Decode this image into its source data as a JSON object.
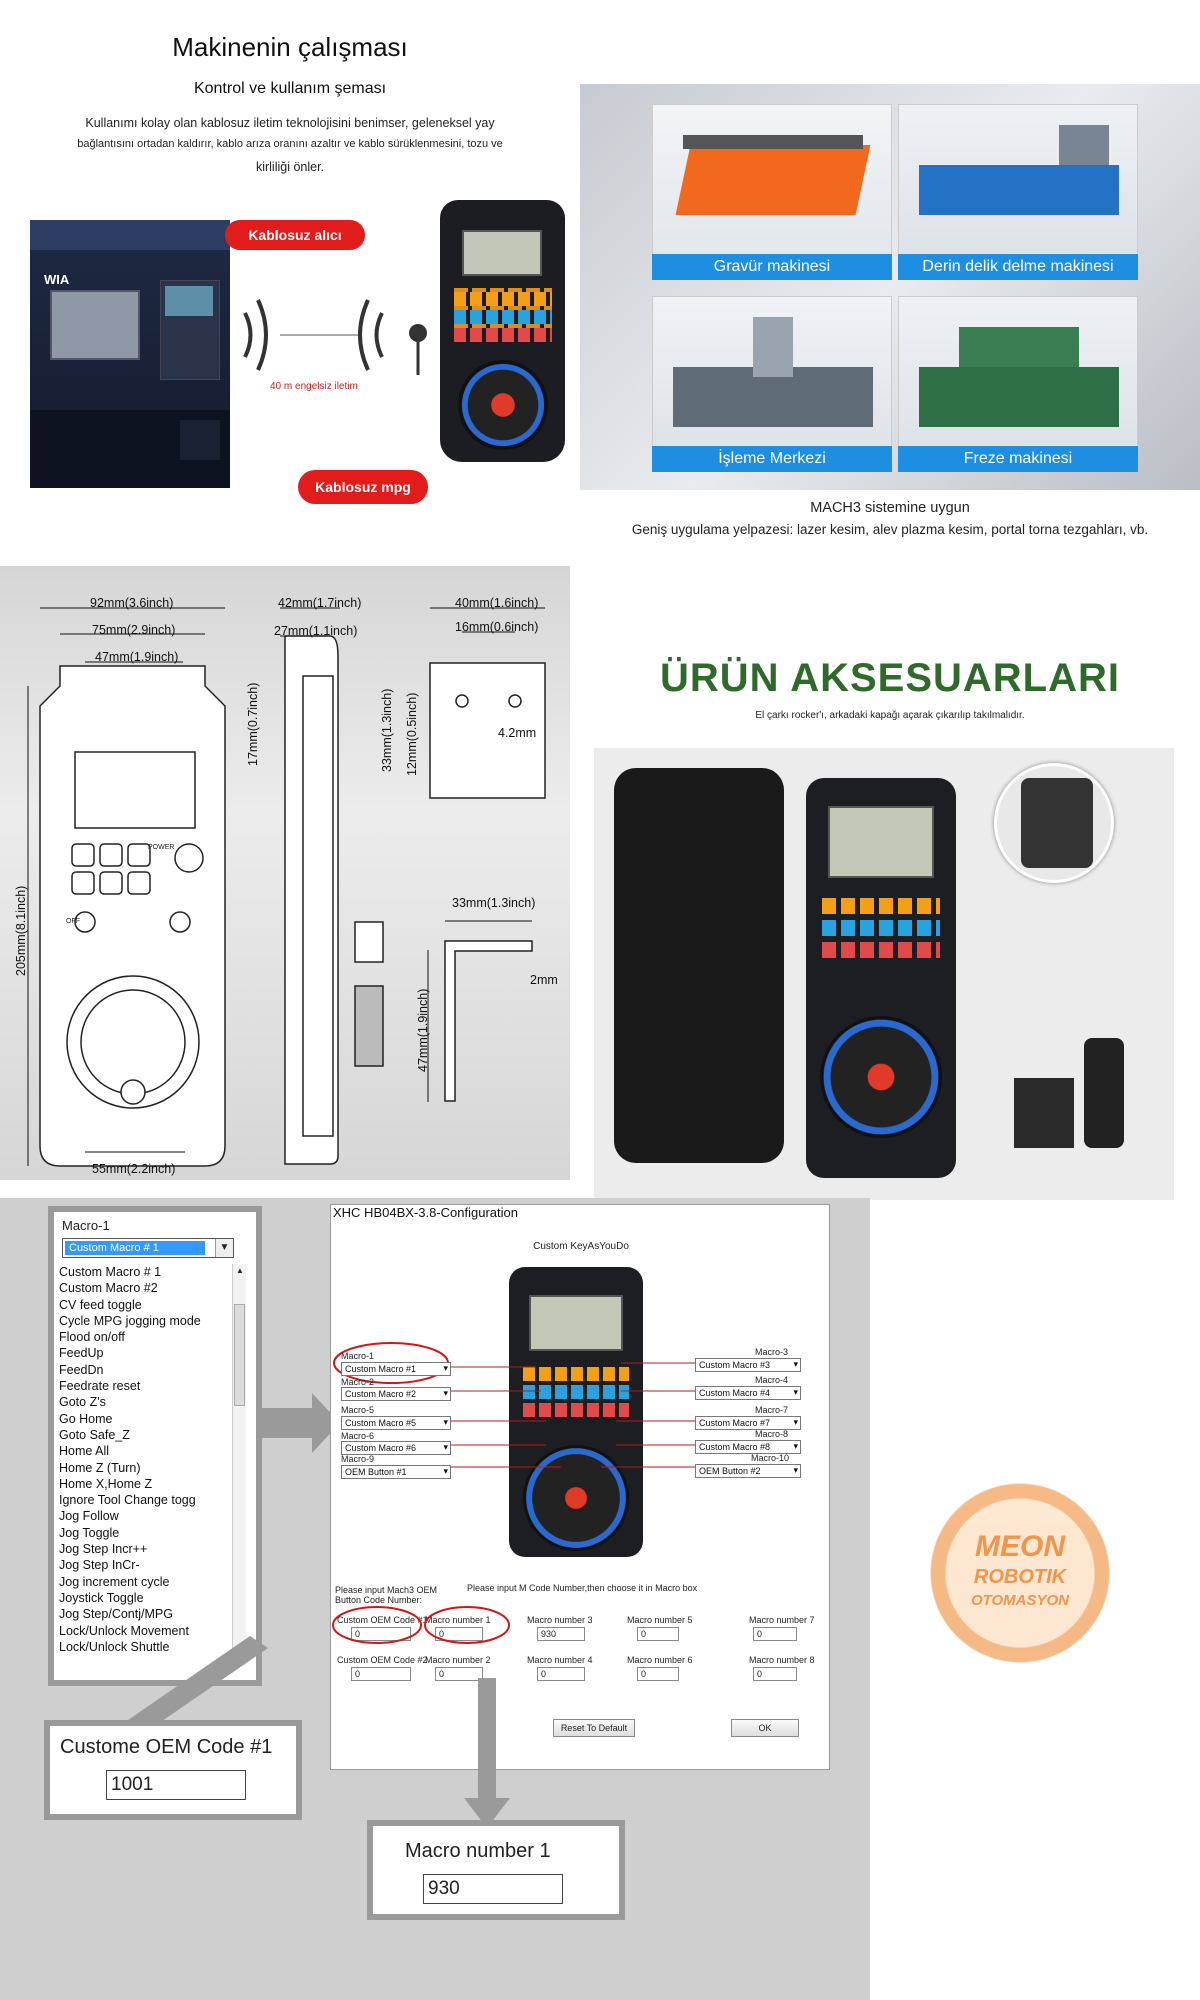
{
  "section1": {
    "title": "Makinenin çalışması",
    "subtitle": "Kontrol ve kullanım şeması",
    "desc_line1": "Kullanımı kolay olan kablosuz iletim teknolojisini benimser, geleneksel yay",
    "desc_line2": "bağlantısını ortadan kaldırır, kablo arıza oranını azaltır ve kablo sürüklenmesini, tozu ve",
    "desc_line3": "kirliliği önler.",
    "receiver_label": "Kablosuz alıcı",
    "distance_label": "40 m engelsiz iletim",
    "mpg_label": "Kablosuz mpg",
    "machine_brand": "WIA"
  },
  "section2": {
    "captions": [
      "Gravür makinesi",
      "Derin delik delme makinesi",
      "İşleme Merkezi",
      "Freze makinesi"
    ],
    "mach3": "MACH3 sistemine uygun",
    "applications": "Geniş uygulama yelpazesi: lazer kesim, alev plazma kesim, portal torna tezgahları, vb."
  },
  "dimensions": {
    "w92": "92mm(3.6inch)",
    "w75": "75mm(2.9inch)",
    "w47": "47mm(1.9inch)",
    "h17": "17mm(0.7inch)",
    "h205": "205mm(8.1inch)",
    "w55": "55mm(2.2inch)",
    "w42": "42mm(1.7inch)",
    "w27": "27mm(1.1inch)",
    "w40": "40mm(1.6inch)",
    "w16": "16mm(0.6inch)",
    "h33": "33mm(1.3inch)",
    "h12": "12mm(0.5inch)",
    "d42": "4.2mm",
    "w33": "33mm(1.3inch)",
    "t2": "2mm",
    "h47": "47mm(1.9inch)",
    "power_label": "POWER",
    "off_label": "OFF"
  },
  "accessories": {
    "title": "ÜRÜN AKSESUARLARI",
    "note": "El çarkı rocker'ı, arkadaki kapağı açarak çıkarılıp takılmalıdır."
  },
  "config": {
    "window_title": "XHC HB04BX-3.8-Configuration",
    "heading": "Custom KeyAsYouDo",
    "macro_labels": [
      "Macro-1",
      "Macro-2",
      "Macro-5",
      "Macro-6",
      "Macro-9",
      "Macro-3",
      "Macro-4",
      "Macro-7",
      "Macro-8",
      "Macro-10"
    ],
    "macro_values": [
      "Custom Macro #1",
      "Custom Macro #2",
      "Custom Macro #5",
      "Custom Macro #6",
      "OEM Button #1",
      "Custom Macro #3",
      "Custom Macro #4",
      "Custom Macro #7",
      "Custom Macro #8",
      "OEM Button #2"
    ],
    "oem_prompt_line1": "Please input Mach3 OEM",
    "oem_prompt_line2": "Button Code Number:",
    "mcode_prompt": "Please input M Code Number,then choose it in Macro box",
    "oem1": "Custom OEM Code #1",
    "oem2": "Custom OEM Code #2",
    "mnums": [
      "Macro number 1",
      "Macro number 2",
      "Macro number 3",
      "Macro number 4",
      "Macro number 5",
      "Macro number 6",
      "Macro number 7",
      "Macro number 8"
    ],
    "mvals": [
      "0",
      "0",
      "930",
      "0",
      "0",
      "0",
      "0",
      "0"
    ],
    "oem_vals": [
      "0",
      "0"
    ],
    "reset_btn": "Reset To Default",
    "ok_btn": "OK"
  },
  "dropdown_panel": {
    "label": "Macro-1",
    "selected": "Custom Macro # 1",
    "items": [
      "Custom Macro # 1",
      "Custom Macro #2",
      "CV feed toggle",
      "Cycle MPG jogging mode",
      "Flood on/off",
      "FeedUp",
      "FeedDn",
      "Feedrate reset",
      "Goto Z's",
      "Go Home",
      "Goto Safe_Z",
      "Home All",
      "Home Z (Turn)",
      "Home X,Home Z",
      "Ignore Tool Change togg",
      "Jog Follow",
      "Jog Toggle",
      "Jog Step Incr++",
      "Jog Step InCr-",
      "Jog increment cycle",
      "Joystick Toggle",
      "Jog Step/Contj/MPG",
      "Lock/Unlock Movement",
      "Lock/Unlock Shuttle"
    ]
  },
  "callouts": {
    "oem_title": "Custome OEM Code #1",
    "oem_value": "1001",
    "macro_title": "Macro number 1",
    "macro_value": "930"
  },
  "watermark": {
    "line1": "MEON",
    "line2": "ROBOTIK",
    "line3": "OTOMASYON"
  }
}
